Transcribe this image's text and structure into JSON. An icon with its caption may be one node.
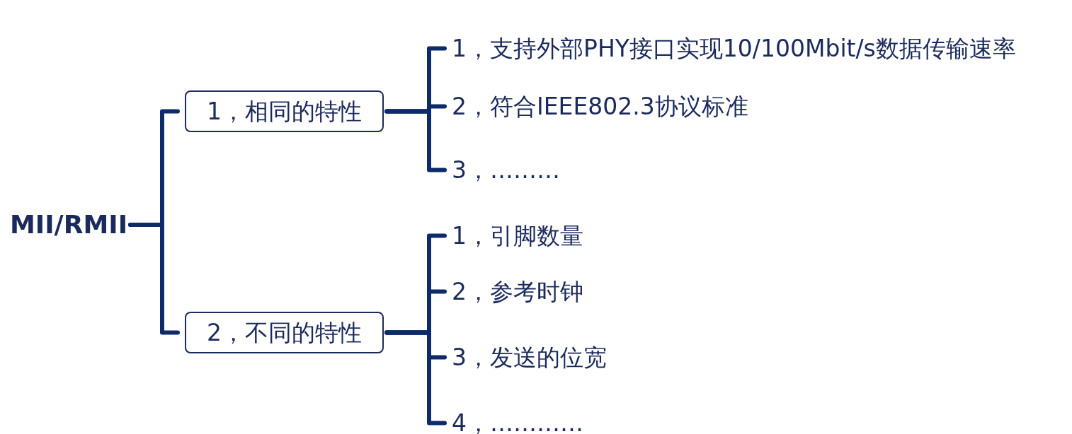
{
  "diagram": {
    "nodes": [
      {
        "text": [
          "MII/RMII"
        ]
      },
      {
        "text": [
          "1，相同的特性"
        ]
      },
      {
        "text": [
          "2，不同的特性"
        ]
      },
      {
        "text": [
          "1，支持外部PHY接口实现10/100Mbit/s数据传输速率"
        ]
      },
      {
        "text": [
          "2，符合IEEE802.3协议标准"
        ]
      },
      {
        "text": [
          "3，………"
        ]
      },
      {
        "text": [
          "1，引脚数量"
        ]
      },
      {
        "text": [
          "2，参考时钟"
        ]
      },
      {
        "text": [
          "3，发送的位宽"
        ]
      },
      {
        "text": [
          "4，…………"
        ]
      }
    ],
    "edges": [
      {
        "from": 0,
        "to": 1,
        "arrow": "none"
      },
      {
        "from": 0,
        "to": 2,
        "arrow": "none"
      },
      {
        "from": 1,
        "to": 3,
        "arrow": "none"
      },
      {
        "from": 1,
        "to": 4,
        "arrow": "none"
      },
      {
        "from": 1,
        "to": 5,
        "arrow": "none"
      },
      {
        "from": 2,
        "to": 6,
        "arrow": "none"
      },
      {
        "from": 2,
        "to": 7,
        "arrow": "none"
      },
      {
        "from": 2,
        "to": 8,
        "arrow": "none"
      },
      {
        "from": 2,
        "to": 9,
        "arrow": "none"
      }
    ]
  }
}
